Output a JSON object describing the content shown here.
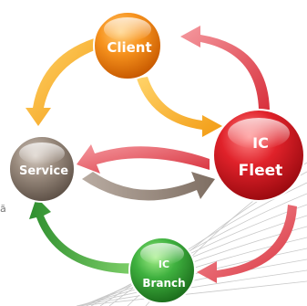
{
  "nodes": {
    "client": {
      "label": "Client",
      "color": "#f07a10"
    },
    "fleet": {
      "line1": "IC",
      "line2": "Fleet",
      "color": "#d71920"
    },
    "service": {
      "label": "Service",
      "color": "#8c7d70"
    },
    "branch": {
      "line1": "IC",
      "line2": "Branch",
      "color": "#2e9e2e"
    }
  },
  "stray_text": "ă",
  "colors": {
    "arrow_orange": "#f5a623",
    "arrow_red": "#e2434f",
    "arrow_taupe": "#9c8c80",
    "arrow_green": "#4caf50"
  }
}
